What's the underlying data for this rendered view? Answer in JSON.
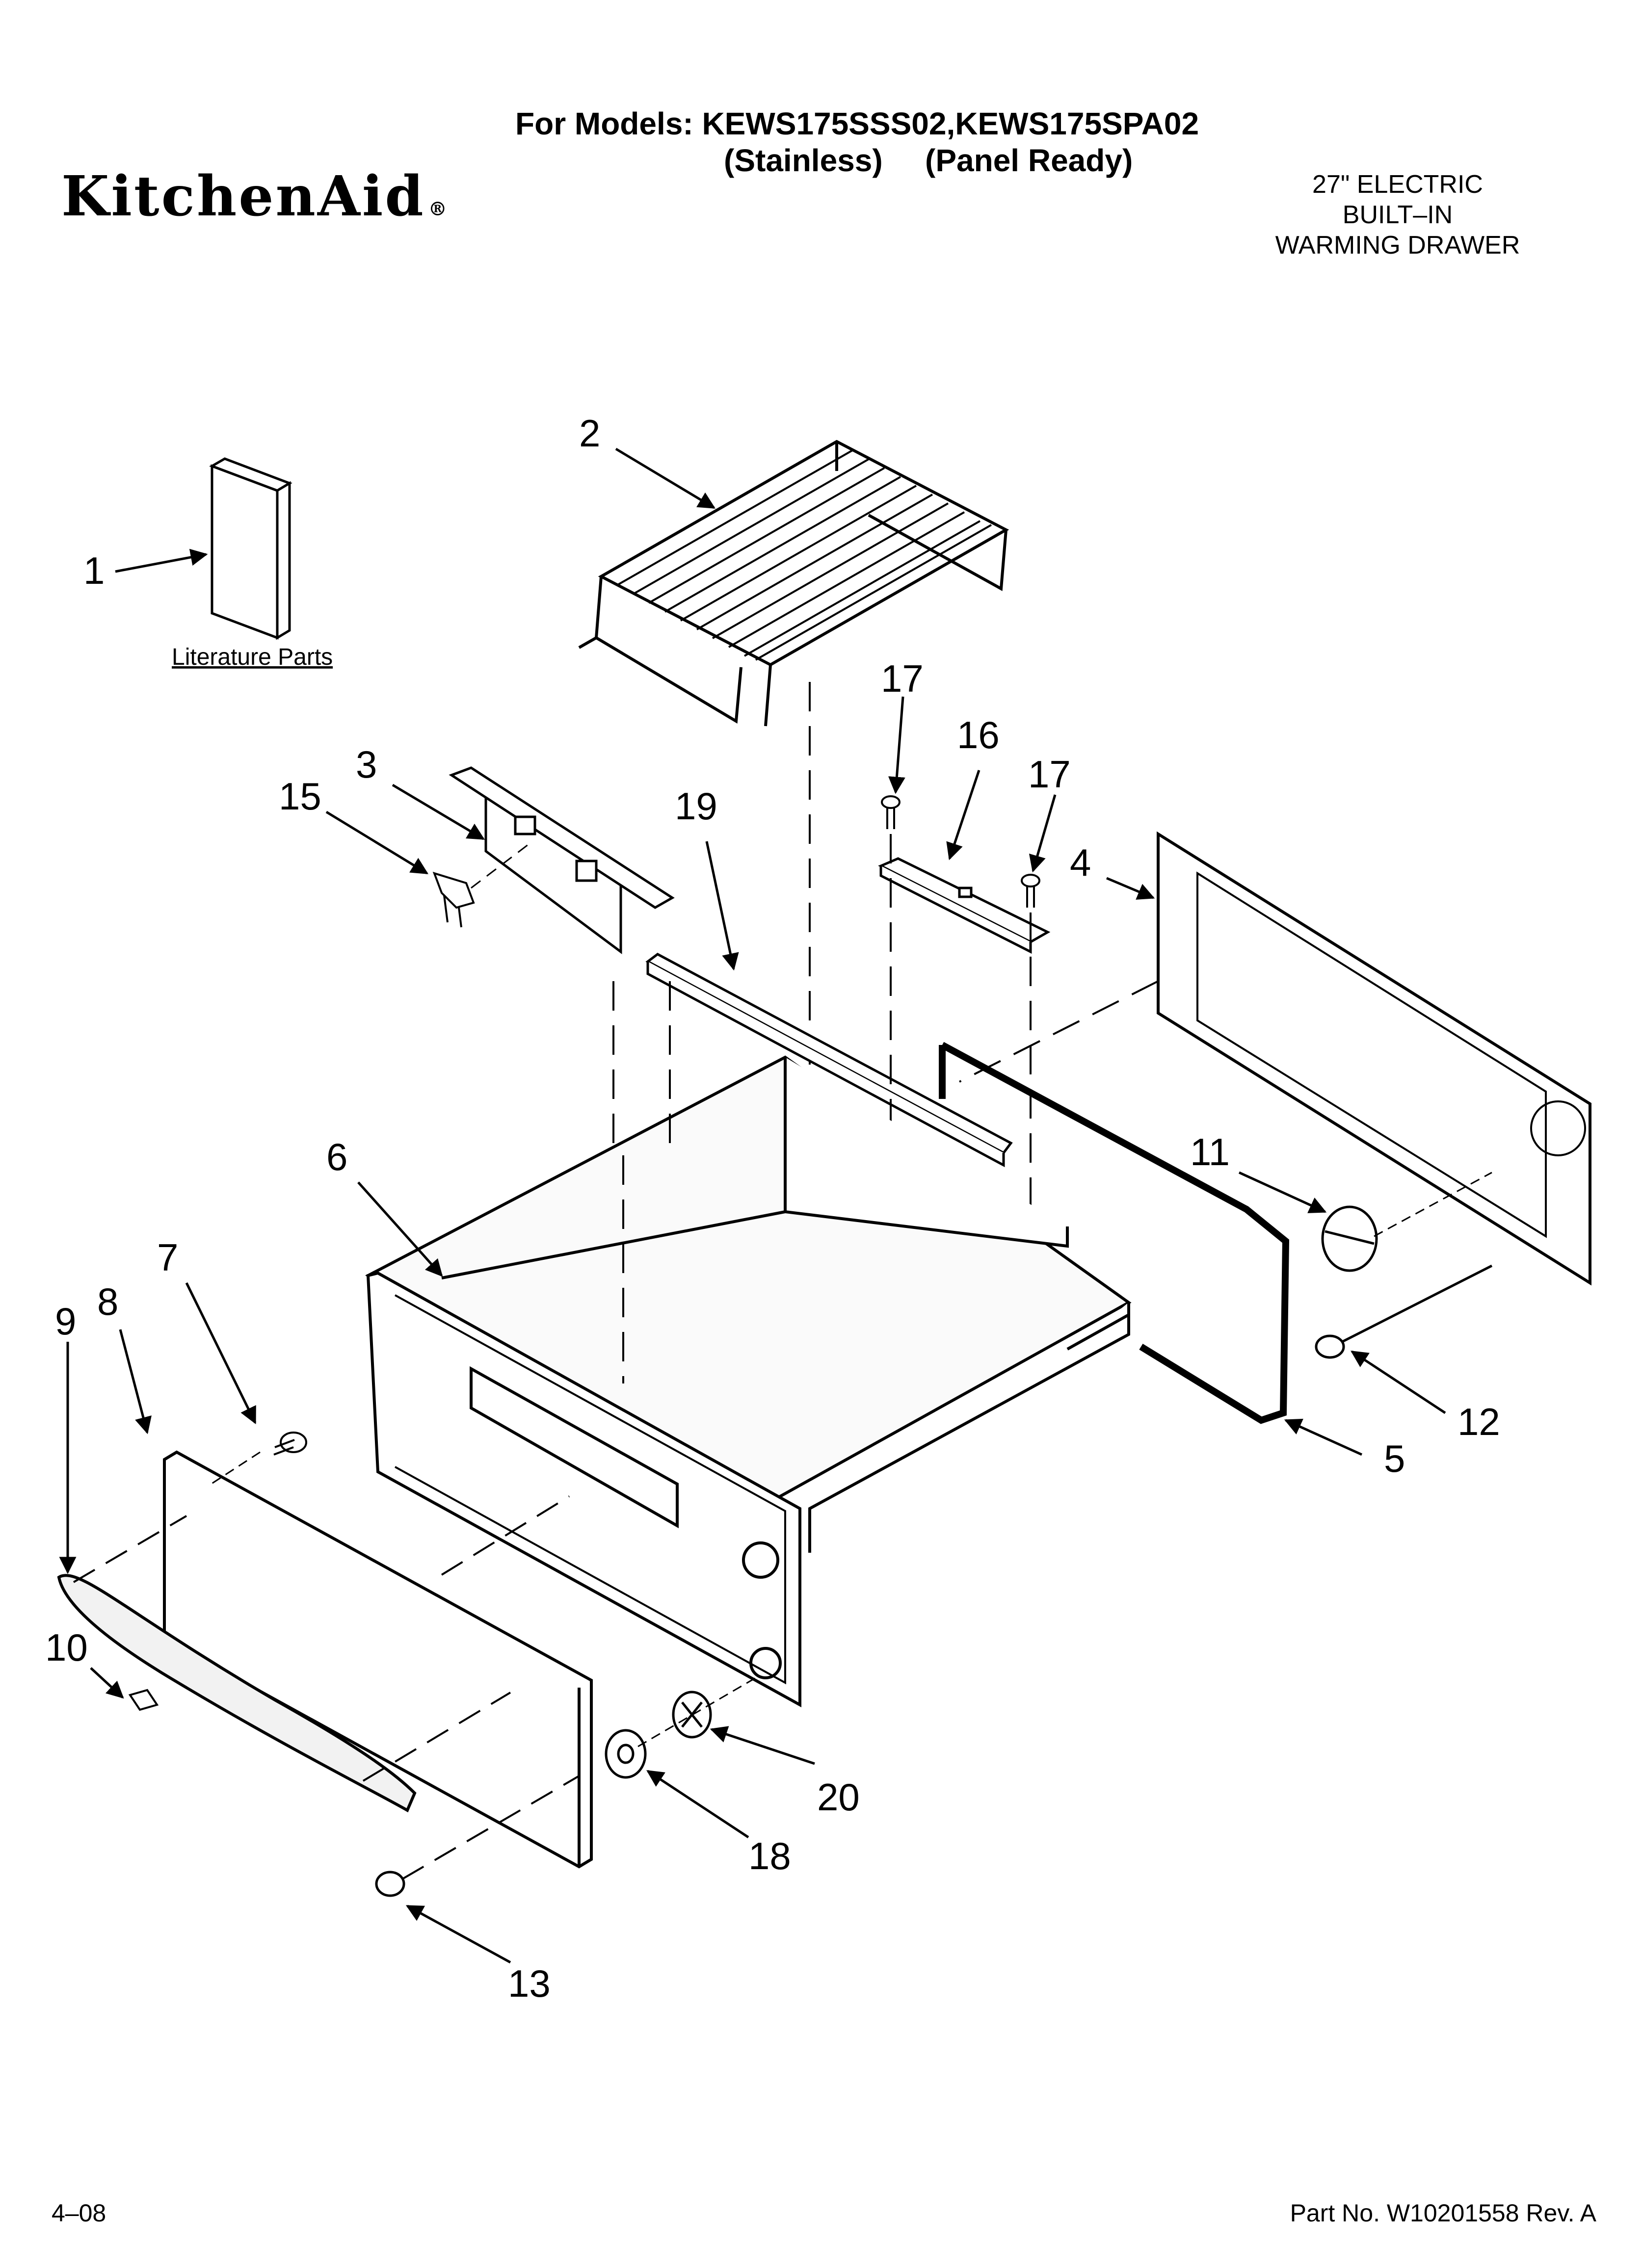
{
  "header": {
    "models_line": "For Models: KEWS175SSS02,KEWS175SPA02",
    "finish_stainless": "(Stainless)",
    "finish_panel_ready": "(Panel Ready)",
    "brand": "KitchenAid",
    "brand_mark": "®",
    "product_title": [
      "27\" ELECTRIC",
      "BUILT–IN",
      "WARMING DRAWER"
    ]
  },
  "diagram": {
    "literature_label": "Literature Parts",
    "callouts": {
      "c1": "1",
      "c2": "2",
      "c3": "3",
      "c4": "4",
      "c5": "5",
      "c6": "6",
      "c7": "7",
      "c8": "8",
      "c9": "9",
      "c10": "10",
      "c11": "11",
      "c12": "12",
      "c13": "13",
      "c15": "15",
      "c16": "16",
      "c17a": "17",
      "c17b": "17",
      "c18": "18",
      "c19": "19",
      "c20": "20"
    }
  },
  "footer": {
    "date": "4–08",
    "part_number": "Part No. W10201558 Rev. A"
  },
  "colors": {
    "ink": "#000000",
    "paper": "#ffffff",
    "fill_light": "#f2f2f2"
  }
}
